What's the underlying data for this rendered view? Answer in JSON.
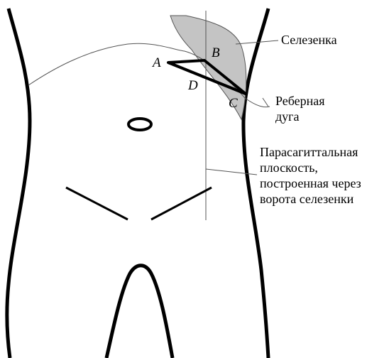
{
  "points": {
    "a": "A",
    "b": "B",
    "c": "C",
    "d": "D"
  },
  "callouts": {
    "spleen": "Селезенка",
    "costal_arch": [
      "Реберная",
      "дуга"
    ],
    "parasagittal_plane": [
      "Парасагиттальная",
      "плоскость,",
      "построенная через",
      "ворота селезенки"
    ]
  },
  "colors": {
    "spleen_fill": "#c4c4c4",
    "outline": "#000000",
    "thin_line": "#555555"
  }
}
